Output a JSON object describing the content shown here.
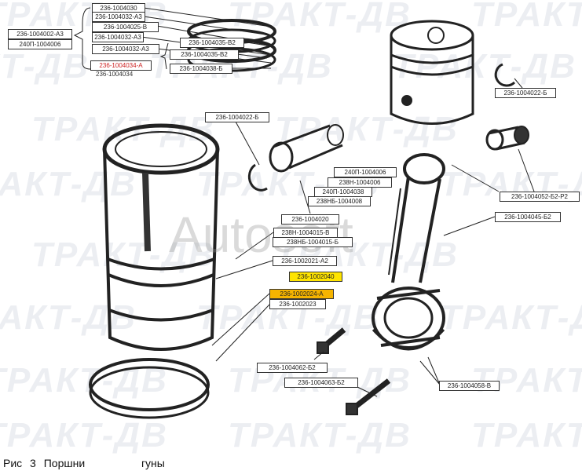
{
  "watermark": {
    "brand": "ТРАКТ-ДВ",
    "overlay": "Autosoft"
  },
  "labels": {
    "l01": "236-1004030",
    "l02": "236-1004032-А3",
    "l03": "236-1004025-В",
    "l04": "236-1004032-А3",
    "l05": "236-1004032-А3",
    "l06": "236-1004034-А",
    "l06b": "236-1004034",
    "l07": "236-1004002-А3",
    "l08": "240П-1004006",
    "l09": "236-1004035-В2",
    "l10": "236-1004035-В2",
    "l11": "236-1004038-Б",
    "l12": "236-1004022-Б",
    "l13": "236-1004022-Б",
    "l14": "240П-1004006",
    "l15": "238Н-1004006",
    "l16": "240П-1004038",
    "l17": "238НБ-1004008",
    "l18": "236-1004052-Б2-Р2",
    "l19": "236-1004020",
    "l20": "236-1004045-Б2",
    "l21": "238Н-1004015-В",
    "l22": "238НБ-1004015-Б",
    "l23": "236-1002021-А2",
    "l24": "236-1002040",
    "l25": "236-1002024-А",
    "l26": "236-1002023",
    "l27": "236-1004062-Б2",
    "l28": "236-1004063-Б2",
    "l29": "236-1004058-В"
  },
  "highlight_colors": {
    "red_text": "#cc2222",
    "yellow": "#ffe400",
    "orange": "#f5b400"
  },
  "caption": {
    "left": "Рис 3 Поршни",
    "right": "гуны"
  }
}
